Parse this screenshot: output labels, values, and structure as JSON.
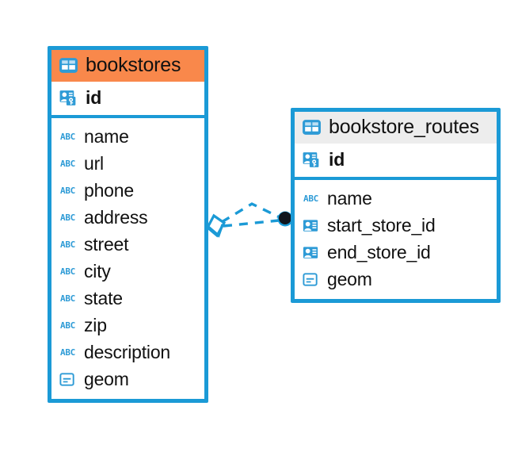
{
  "diagram": {
    "type": "entity-relationship-diagram",
    "background": "#ffffff",
    "accent_color": "#1b9ad6",
    "selected_header_color": "#f9884b",
    "header_color": "#ededed"
  },
  "entities": [
    {
      "name": "bookstores",
      "selected": true,
      "icon": "table-icon",
      "primary_key": {
        "label": "id",
        "icon": "primary-key-icon"
      },
      "fields": [
        {
          "label": "name",
          "icon": "text-type-icon"
        },
        {
          "label": "url",
          "icon": "text-type-icon"
        },
        {
          "label": "phone",
          "icon": "text-type-icon"
        },
        {
          "label": "address",
          "icon": "text-type-icon"
        },
        {
          "label": "street",
          "icon": "text-type-icon"
        },
        {
          "label": "city",
          "icon": "text-type-icon"
        },
        {
          "label": "state",
          "icon": "text-type-icon"
        },
        {
          "label": "zip",
          "icon": "text-type-icon"
        },
        {
          "label": "description",
          "icon": "text-type-icon"
        },
        {
          "label": "geom",
          "icon": "geometry-type-icon"
        }
      ]
    },
    {
      "name": "bookstore_routes",
      "selected": false,
      "icon": "table-icon",
      "primary_key": {
        "label": "id",
        "icon": "primary-key-icon"
      },
      "fields": [
        {
          "label": "name",
          "icon": "text-type-icon"
        },
        {
          "label": "start_store_id",
          "icon": "foreign-key-icon"
        },
        {
          "label": "end_store_id",
          "icon": "foreign-key-icon"
        },
        {
          "label": "geom",
          "icon": "geometry-type-icon"
        }
      ]
    }
  ],
  "relationship": {
    "from": "bookstores",
    "to": "bookstore_routes",
    "line_style": "dashed",
    "source_marker": "diamond-crowsfoot-marker",
    "target_marker": "filled-circle-marker",
    "color": "#1b9ad6"
  }
}
